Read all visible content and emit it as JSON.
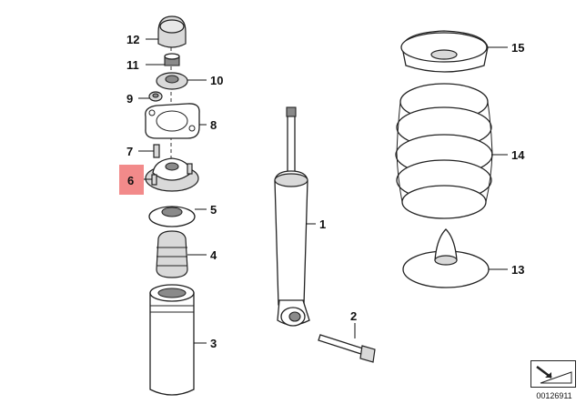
{
  "diagram": {
    "callouts": [
      {
        "id": "1",
        "label": "1"
      },
      {
        "id": "2",
        "label": "2"
      },
      {
        "id": "3",
        "label": "3"
      },
      {
        "id": "4",
        "label": "4"
      },
      {
        "id": "5",
        "label": "5"
      },
      {
        "id": "6",
        "label": "6",
        "highlighted": true
      },
      {
        "id": "7",
        "label": "7"
      },
      {
        "id": "8",
        "label": "8"
      },
      {
        "id": "9",
        "label": "9"
      },
      {
        "id": "10",
        "label": "10"
      },
      {
        "id": "11",
        "label": "11"
      },
      {
        "id": "12",
        "label": "12"
      },
      {
        "id": "13",
        "label": "13"
      },
      {
        "id": "14",
        "label": "14"
      },
      {
        "id": "15",
        "label": "15"
      }
    ],
    "highlight_color": "#f28a8a",
    "reference_code": "00126911",
    "reference_icon": "arrow-to-plane-icon"
  }
}
